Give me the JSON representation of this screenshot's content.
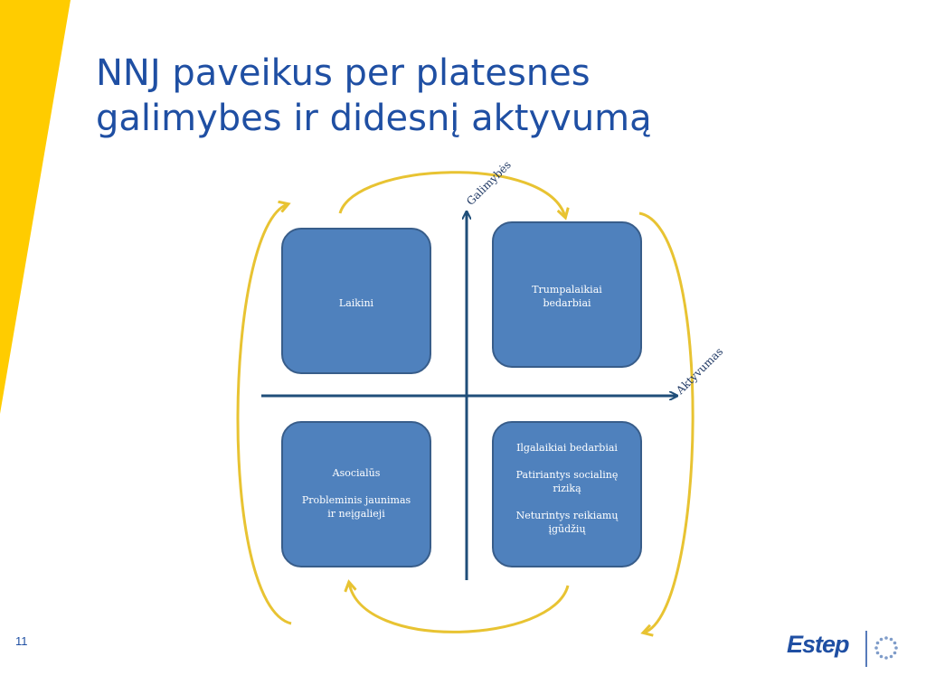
{
  "slide": {
    "title_line1": "NNJ paveikus per platesnes",
    "title_line2": "galimybes ir didesnį aktyvumą",
    "page_number": "11"
  },
  "axes": {
    "vertical_label": "Galimybės",
    "horizontal_label": "Aktyvumas"
  },
  "quadrants": {
    "top_left": {
      "lines": [
        "Laikini"
      ]
    },
    "top_right": {
      "lines": [
        "Trumpalaikiai",
        "bedarbiai"
      ]
    },
    "bottom_left": {
      "lines": [
        "Asocialūs",
        "",
        "Probleminis jaunimas",
        "ir neįgalieji"
      ]
    },
    "bottom_right": {
      "lines": [
        "Ilgalaikiai bedarbiai",
        "",
        "Patiriantys socialinę",
        "riziką",
        "",
        "Neturintys reikiamų",
        "įgūdžių"
      ]
    }
  },
  "logo": {
    "text": "Estep"
  },
  "colors": {
    "title": "#1f4fa3",
    "box_fill": "#4f81bd",
    "box_border": "#385d8a",
    "axis": "#1f4e79",
    "cycle_arrows": "#e8c332",
    "stripe": "#ffcc00"
  }
}
